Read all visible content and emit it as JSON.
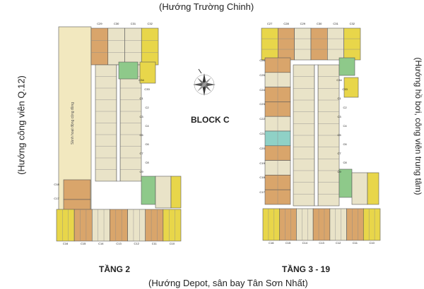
{
  "directions": {
    "top": "(Hướng Trường Chinh)",
    "left": "(Hướng công viên Q.12)",
    "right": "(Hướng hồ bơi, công viên trung tâm)",
    "bottom": "(Hướng Depot, sân bay Tân Sơn Nhất)"
  },
  "block_label": "BLOCK C",
  "plans": [
    {
      "title": "TẦNG 2",
      "top_units": [
        "C29",
        "C30",
        "C31",
        "C32"
      ],
      "left_units": [
        "C18",
        "C17"
      ],
      "mid_units": [
        "C34",
        "C33",
        "C1",
        "C2",
        "C3",
        "C4",
        "C5",
        "C6",
        "C7",
        "C8",
        "C9"
      ],
      "bottom_units": [
        "C16",
        "C15",
        "C14",
        "C13",
        "C12",
        "C11",
        "C10"
      ],
      "corridor_note": "Sảnh hoạt động cộng đồng"
    },
    {
      "title": "TẦNG 3 - 19",
      "top_units": [
        "C27",
        "C28",
        "C29",
        "C30",
        "C31",
        "C32"
      ],
      "left_units": [
        "C26",
        "C25",
        "C24",
        "C23",
        "C22",
        "C21",
        "C20",
        "C19",
        "C18",
        "C17"
      ],
      "mid_units": [
        "C34",
        "C33",
        "C1",
        "C2",
        "C3",
        "C4",
        "C5",
        "C6",
        "C7",
        "C8",
        "C9"
      ],
      "bottom_units": [
        "C16",
        "C15",
        "C14",
        "C13",
        "C12",
        "C11",
        "C10"
      ]
    }
  ],
  "colors": {
    "yellow": "#e8d64a",
    "orange": "#d9a56b",
    "green": "#8ec98a",
    "teal": "#8fd1c6",
    "beige": "#e9e3c8",
    "corridor": "#f2e8bf",
    "wall": "#5a5a5a"
  }
}
